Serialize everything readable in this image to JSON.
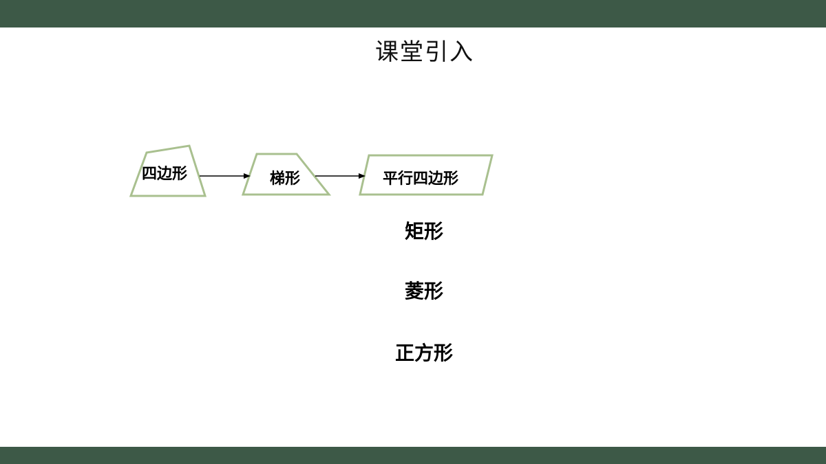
{
  "slide": {
    "title": "课堂引入",
    "colors": {
      "bar": "#3d5947",
      "shape_stroke": "#a9c08f",
      "text": "#000000"
    }
  },
  "diagram": {
    "nodes": [
      {
        "id": "quadrilateral",
        "label": "四边形"
      },
      {
        "id": "trapezoid",
        "label": "梯形"
      },
      {
        "id": "parallelogram",
        "label": "平行四边形"
      }
    ],
    "edges": [
      {
        "from": "quadrilateral",
        "to": "trapezoid"
      },
      {
        "from": "trapezoid",
        "to": "parallelogram"
      }
    ],
    "special_parallelograms": [
      "矩形",
      "菱形",
      "正方形"
    ]
  }
}
